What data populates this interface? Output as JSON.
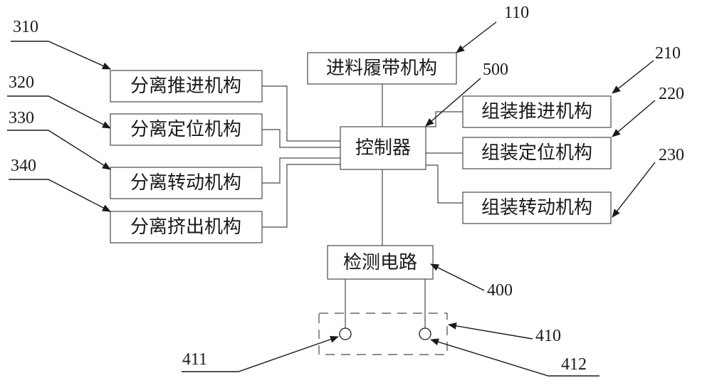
{
  "blocks": {
    "feed_crawler": "进料履带机构",
    "controller": "控制器",
    "detection_circuit": "检测电路",
    "sep_push": "分离推进机构",
    "sep_position": "分离定位机构",
    "sep_rotate": "分离转动机构",
    "sep_extrude": "分离挤出机构",
    "asm_push": "组装推进机构",
    "asm_position": "组装定位机构",
    "asm_rotate": "组装转动机构"
  },
  "refs": {
    "r110": "110",
    "r500": "500",
    "r210": "210",
    "r220": "220",
    "r230": "230",
    "r310": "310",
    "r320": "320",
    "r330": "330",
    "r340": "340",
    "r400": "400",
    "r410": "410",
    "r411": "411",
    "r412": "412"
  },
  "colors": {
    "line": "#1a1a1a",
    "box": "#4a4a4a"
  }
}
